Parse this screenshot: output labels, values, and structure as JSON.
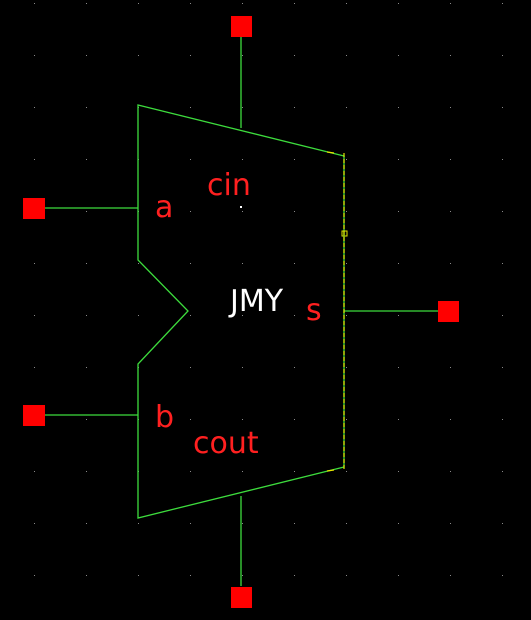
{
  "colors": {
    "background": "#000000",
    "grid_dot": "#8a8a8a",
    "wire": "#3ddc3d",
    "symbol_outline": "#3ddc3d",
    "selection_edge": "#e6e600",
    "pin_square": "#ff0000",
    "pin_label": "#ff2020",
    "instance_label": "#ffffff"
  },
  "symbol": {
    "instance_name": "JMY",
    "pins": {
      "a": "a",
      "b": "b",
      "cin": "cin",
      "cout": "cout",
      "s": "s"
    }
  }
}
